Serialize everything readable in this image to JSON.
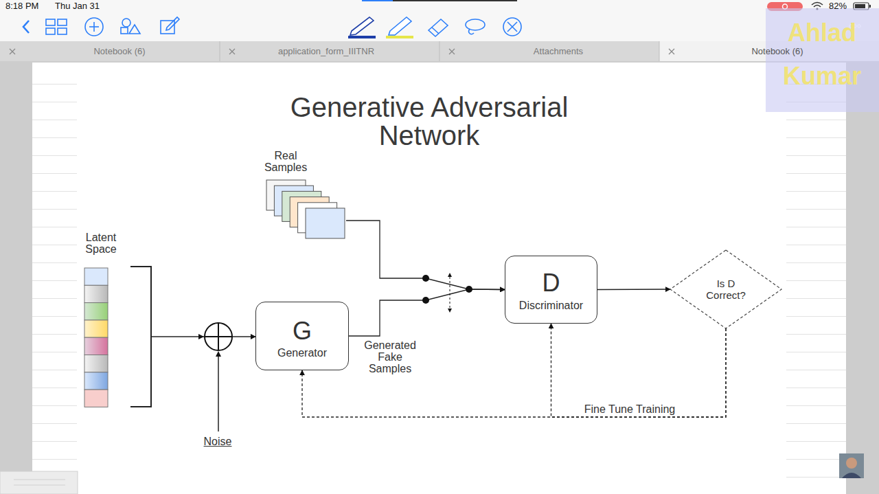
{
  "diagram": {
    "title": "Generative Adversarial Network",
    "nodes": [
      {
        "text": [
          "Real Samples"
        ]
      },
      {
        "text": [
          "Latent Space"
        ]
      },
      {
        "text": [
          "G",
          "Generator"
        ]
      },
      {
        "text": [
          "D",
          "Discriminator"
        ]
      },
      {
        "text": [
          "Is D Correct?"
        ]
      }
    ],
    "edges": [
      {
        "from": 1,
        "to": 2,
        "arrow": "to"
      },
      {
        "from": 0,
        "to": 3,
        "arrow": "to"
      },
      {
        "from": 2,
        "to": 3,
        "arrow": "to"
      },
      {
        "from": 3,
        "to": 4,
        "arrow": "to"
      },
      {
        "from": 4,
        "to": 2,
        "label": "Fine Tune Training",
        "arrow": "to"
      },
      {
        "from": 4,
        "to": 3,
        "arrow": "to"
      }
    ],
    "labels": [
      "8:18 PM",
      "Thu Jan 31",
      "82%",
      "Notebook (6)",
      "application_form_IIITNR",
      "Attachments",
      "Notebook (6)",
      "Ahlad Kumar",
      "Noise",
      "Generated Fake Samples"
    ]
  }
}
